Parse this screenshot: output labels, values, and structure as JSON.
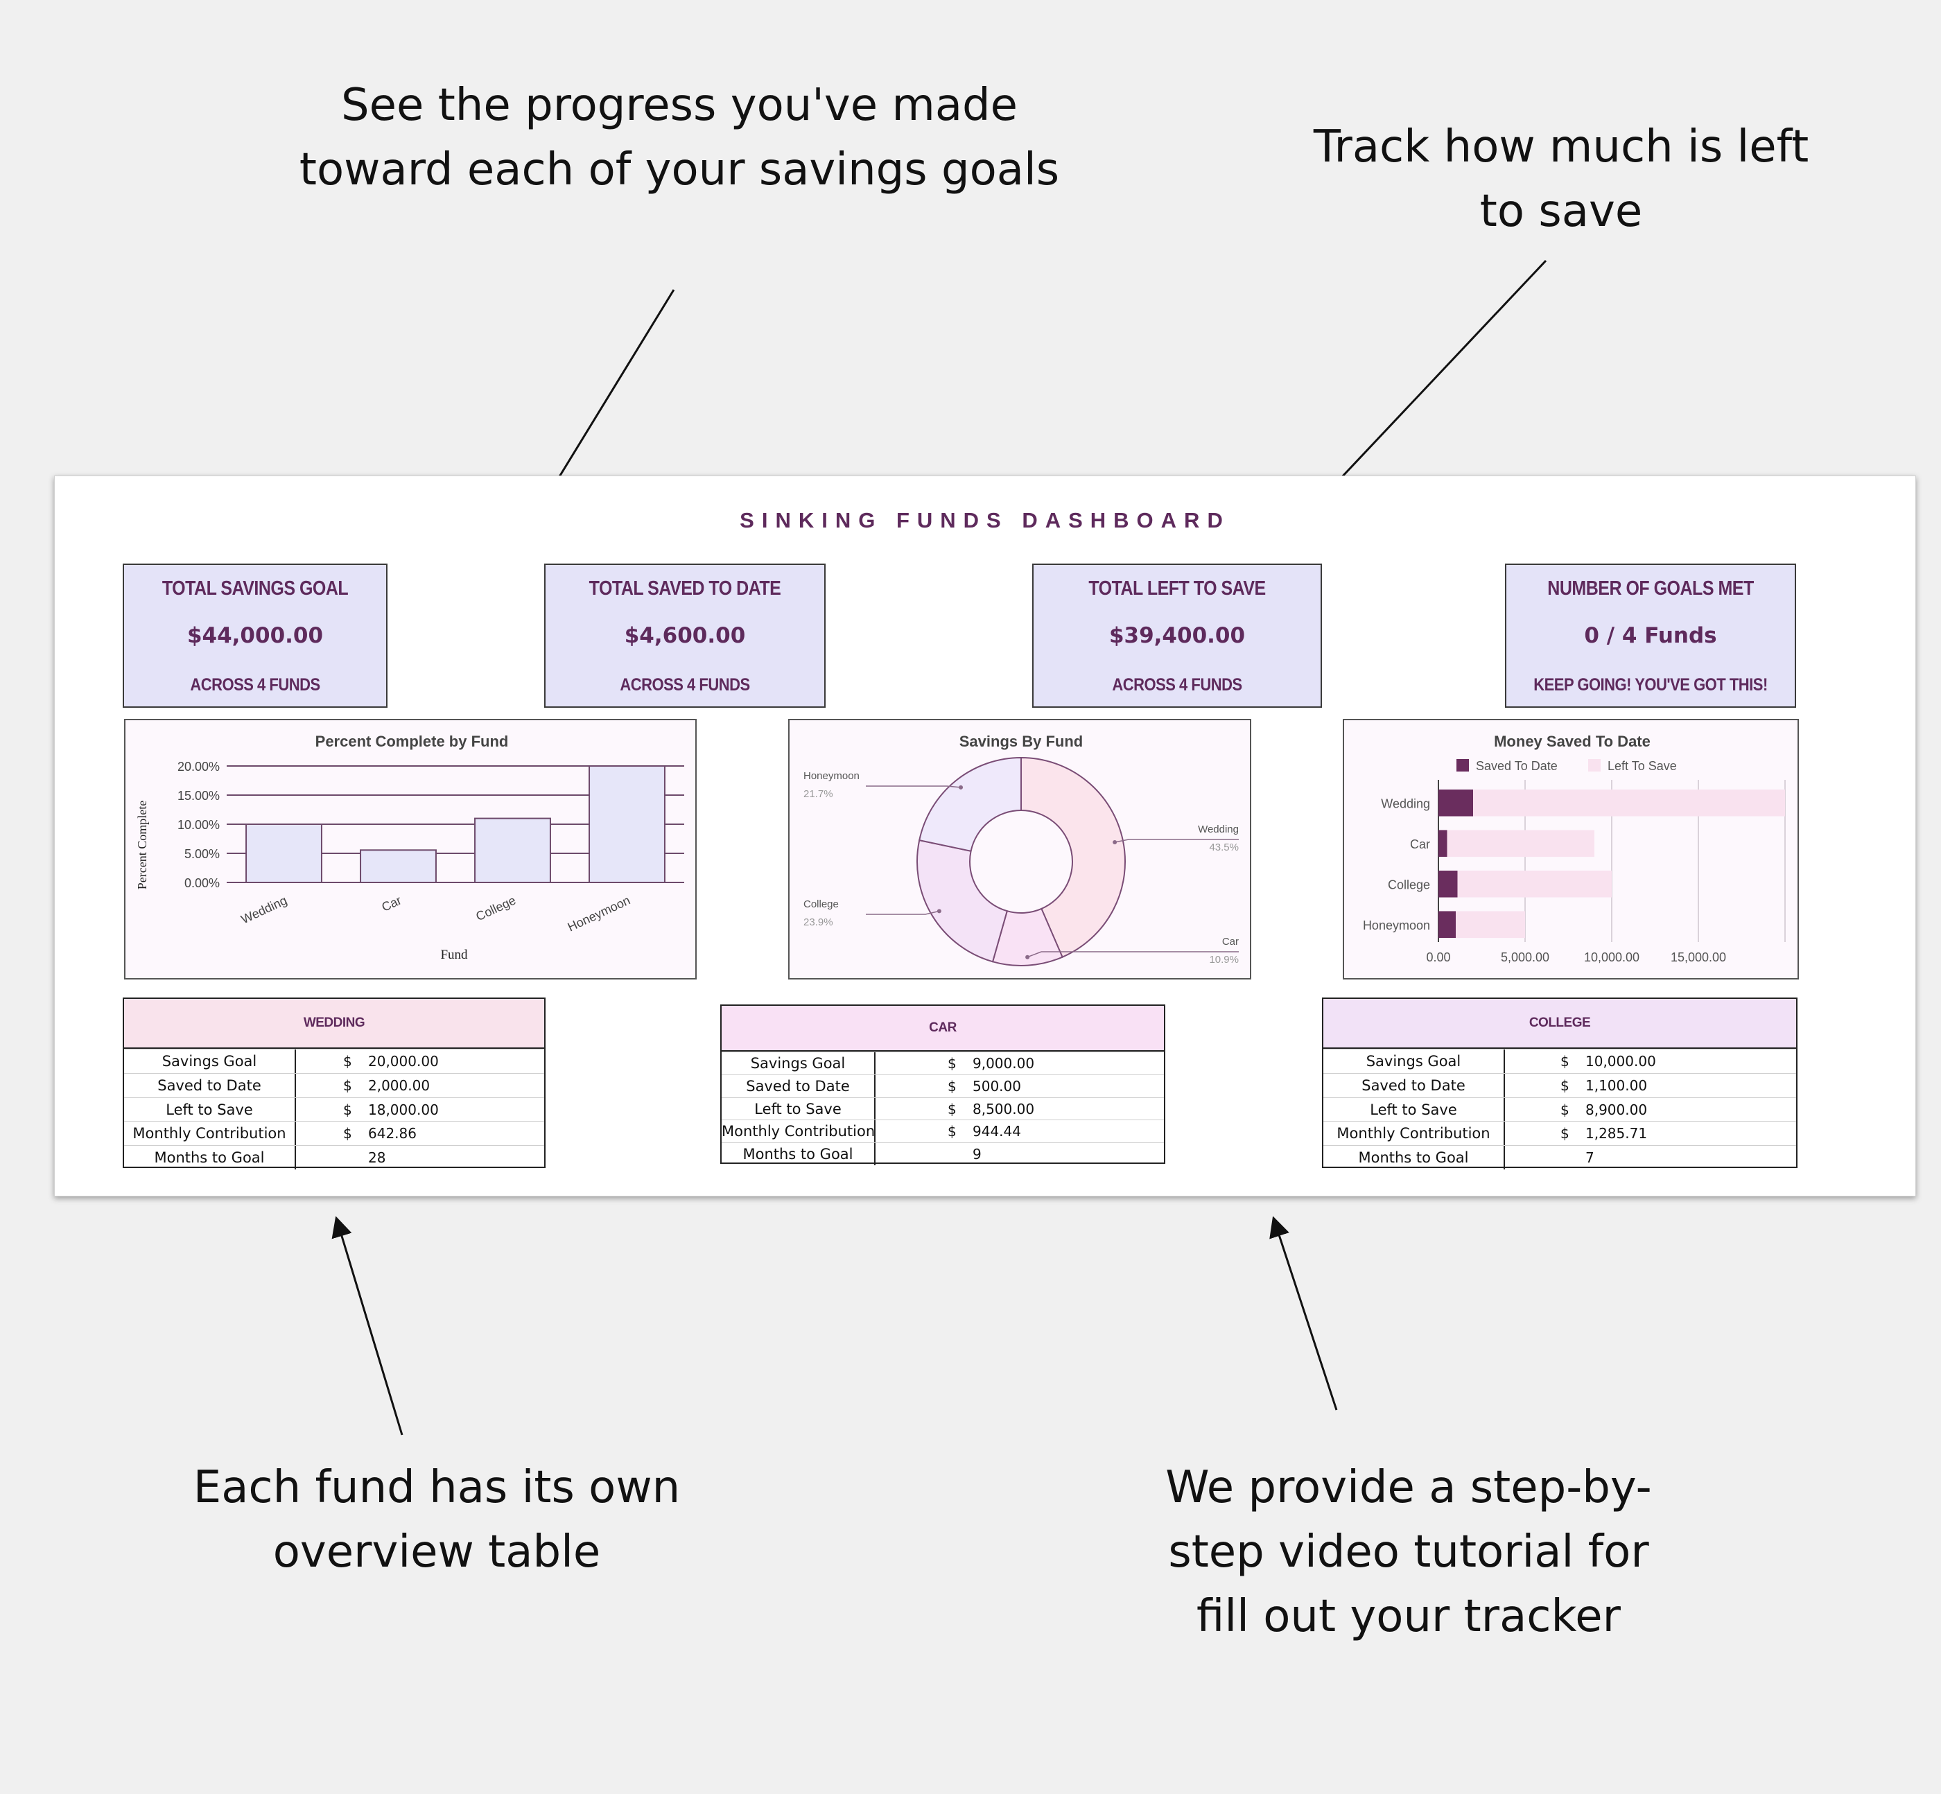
{
  "callouts": {
    "progress": "See the progress you've made\ntoward each of your savings goals",
    "left_to_save": "Track how much is left\nto save",
    "fund_table": "Each fund has its own\noverview table",
    "tutorial": "We provide a step-by-\nstep video tutorial for\nfill out your tracker"
  },
  "dashboard": {
    "title": "SINKING  FUNDS  DASHBOARD",
    "kpis": [
      {
        "label": "TOTAL SAVINGS  GOAL",
        "value": "$44,000.00",
        "sub": "ACROSS 4 FUNDS"
      },
      {
        "label": "TOTAL SAVED TO DATE",
        "value": "$4,600.00",
        "sub": "ACROSS 4 FUNDS"
      },
      {
        "label": "TOTAL LEFT TO SAVE",
        "value": "$39,400.00",
        "sub": "ACROSS 4 FUNDS"
      },
      {
        "label": "NUMBER OF GOALS MET",
        "value": "0 / 4 Funds",
        "sub": "KEEP GOING! YOU'VE GOT THIS!"
      }
    ],
    "tables": [
      {
        "title": "WEDDING",
        "header_color": "#f9e3ec",
        "rows": [
          {
            "label": "Savings Goal",
            "currency": "$",
            "value": "20,000.00"
          },
          {
            "label": "Saved to Date",
            "currency": "$",
            "value": "2,000.00"
          },
          {
            "label": "Left to Save",
            "currency": "$",
            "value": "18,000.00"
          },
          {
            "label": "Monthly Contribution",
            "currency": "$",
            "value": "642.86"
          },
          {
            "label": "Months to Goal",
            "currency": "",
            "value": "28"
          }
        ]
      },
      {
        "title": "CAR",
        "header_color": "#f9e1f5",
        "rows": [
          {
            "label": "Savings Goal",
            "currency": "$",
            "value": "9,000.00"
          },
          {
            "label": "Saved to Date",
            "currency": "$",
            "value": "500.00"
          },
          {
            "label": "Left to Save",
            "currency": "$",
            "value": "8,500.00"
          },
          {
            "label": "Monthly Contribution",
            "currency": "$",
            "value": "944.44"
          },
          {
            "label": "Months to Goal",
            "currency": "",
            "value": "9"
          }
        ]
      },
      {
        "title": "COLLEGE",
        "header_color": "#f2e2f7",
        "rows": [
          {
            "label": "Savings Goal",
            "currency": "$",
            "value": "10,000.00"
          },
          {
            "label": "Saved to Date",
            "currency": "$",
            "value": "1,100.00"
          },
          {
            "label": "Left to Save",
            "currency": "$",
            "value": "8,900.00"
          },
          {
            "label": "Monthly Contribution",
            "currency": "$",
            "value": "1,285.71"
          },
          {
            "label": "Months to Goal",
            "currency": "",
            "value": "7"
          }
        ]
      }
    ]
  },
  "colors": {
    "accent": "#5e2a5c",
    "kpi_bg": "#e4e3f8",
    "bar_fill": "#e6e6f9",
    "saved_to_date": "#6a2d5e",
    "left_to_save": "#f9e2ef"
  },
  "chart_data": [
    {
      "type": "bar",
      "title": "Percent Complete by Fund",
      "xlabel": "Fund",
      "ylabel": "Percent Complete",
      "categories": [
        "Wedding",
        "Car",
        "College",
        "Honeymoon"
      ],
      "values": [
        10,
        5.56,
        11,
        20
      ],
      "ylim": [
        0,
        20
      ],
      "yticks": [
        "0.00%",
        "5.00%",
        "10.00%",
        "15.00%",
        "20.00%"
      ],
      "grid": true
    },
    {
      "type": "pie",
      "title": "Savings By Fund",
      "categories": [
        "Wedding",
        "Car",
        "College",
        "Honeymoon"
      ],
      "values": [
        43.5,
        10.9,
        23.9,
        21.7
      ],
      "labels": [
        "43.5%",
        "10.9%",
        "23.9%",
        "21.7%"
      ],
      "colors": [
        "#fbe4ec",
        "#f9e2f5",
        "#f4e3f7",
        "#efe9fb"
      ],
      "donut": true
    },
    {
      "type": "bar",
      "orientation": "horizontal",
      "stacked": true,
      "title": "Money Saved To Date",
      "categories": [
        "Wedding",
        "Car",
        "College",
        "Honeymoon"
      ],
      "series": [
        {
          "name": "Saved To Date",
          "values": [
            2000,
            500,
            1100,
            1000
          ]
        },
        {
          "name": "Left To Save",
          "values": [
            18000,
            8500,
            8900,
            4000
          ]
        }
      ],
      "xlim": [
        0,
        20000
      ],
      "xticks": [
        "0.00",
        "5,000.00",
        "10,000.00",
        "15,000.00"
      ],
      "legend": "top",
      "grid": true
    }
  ]
}
